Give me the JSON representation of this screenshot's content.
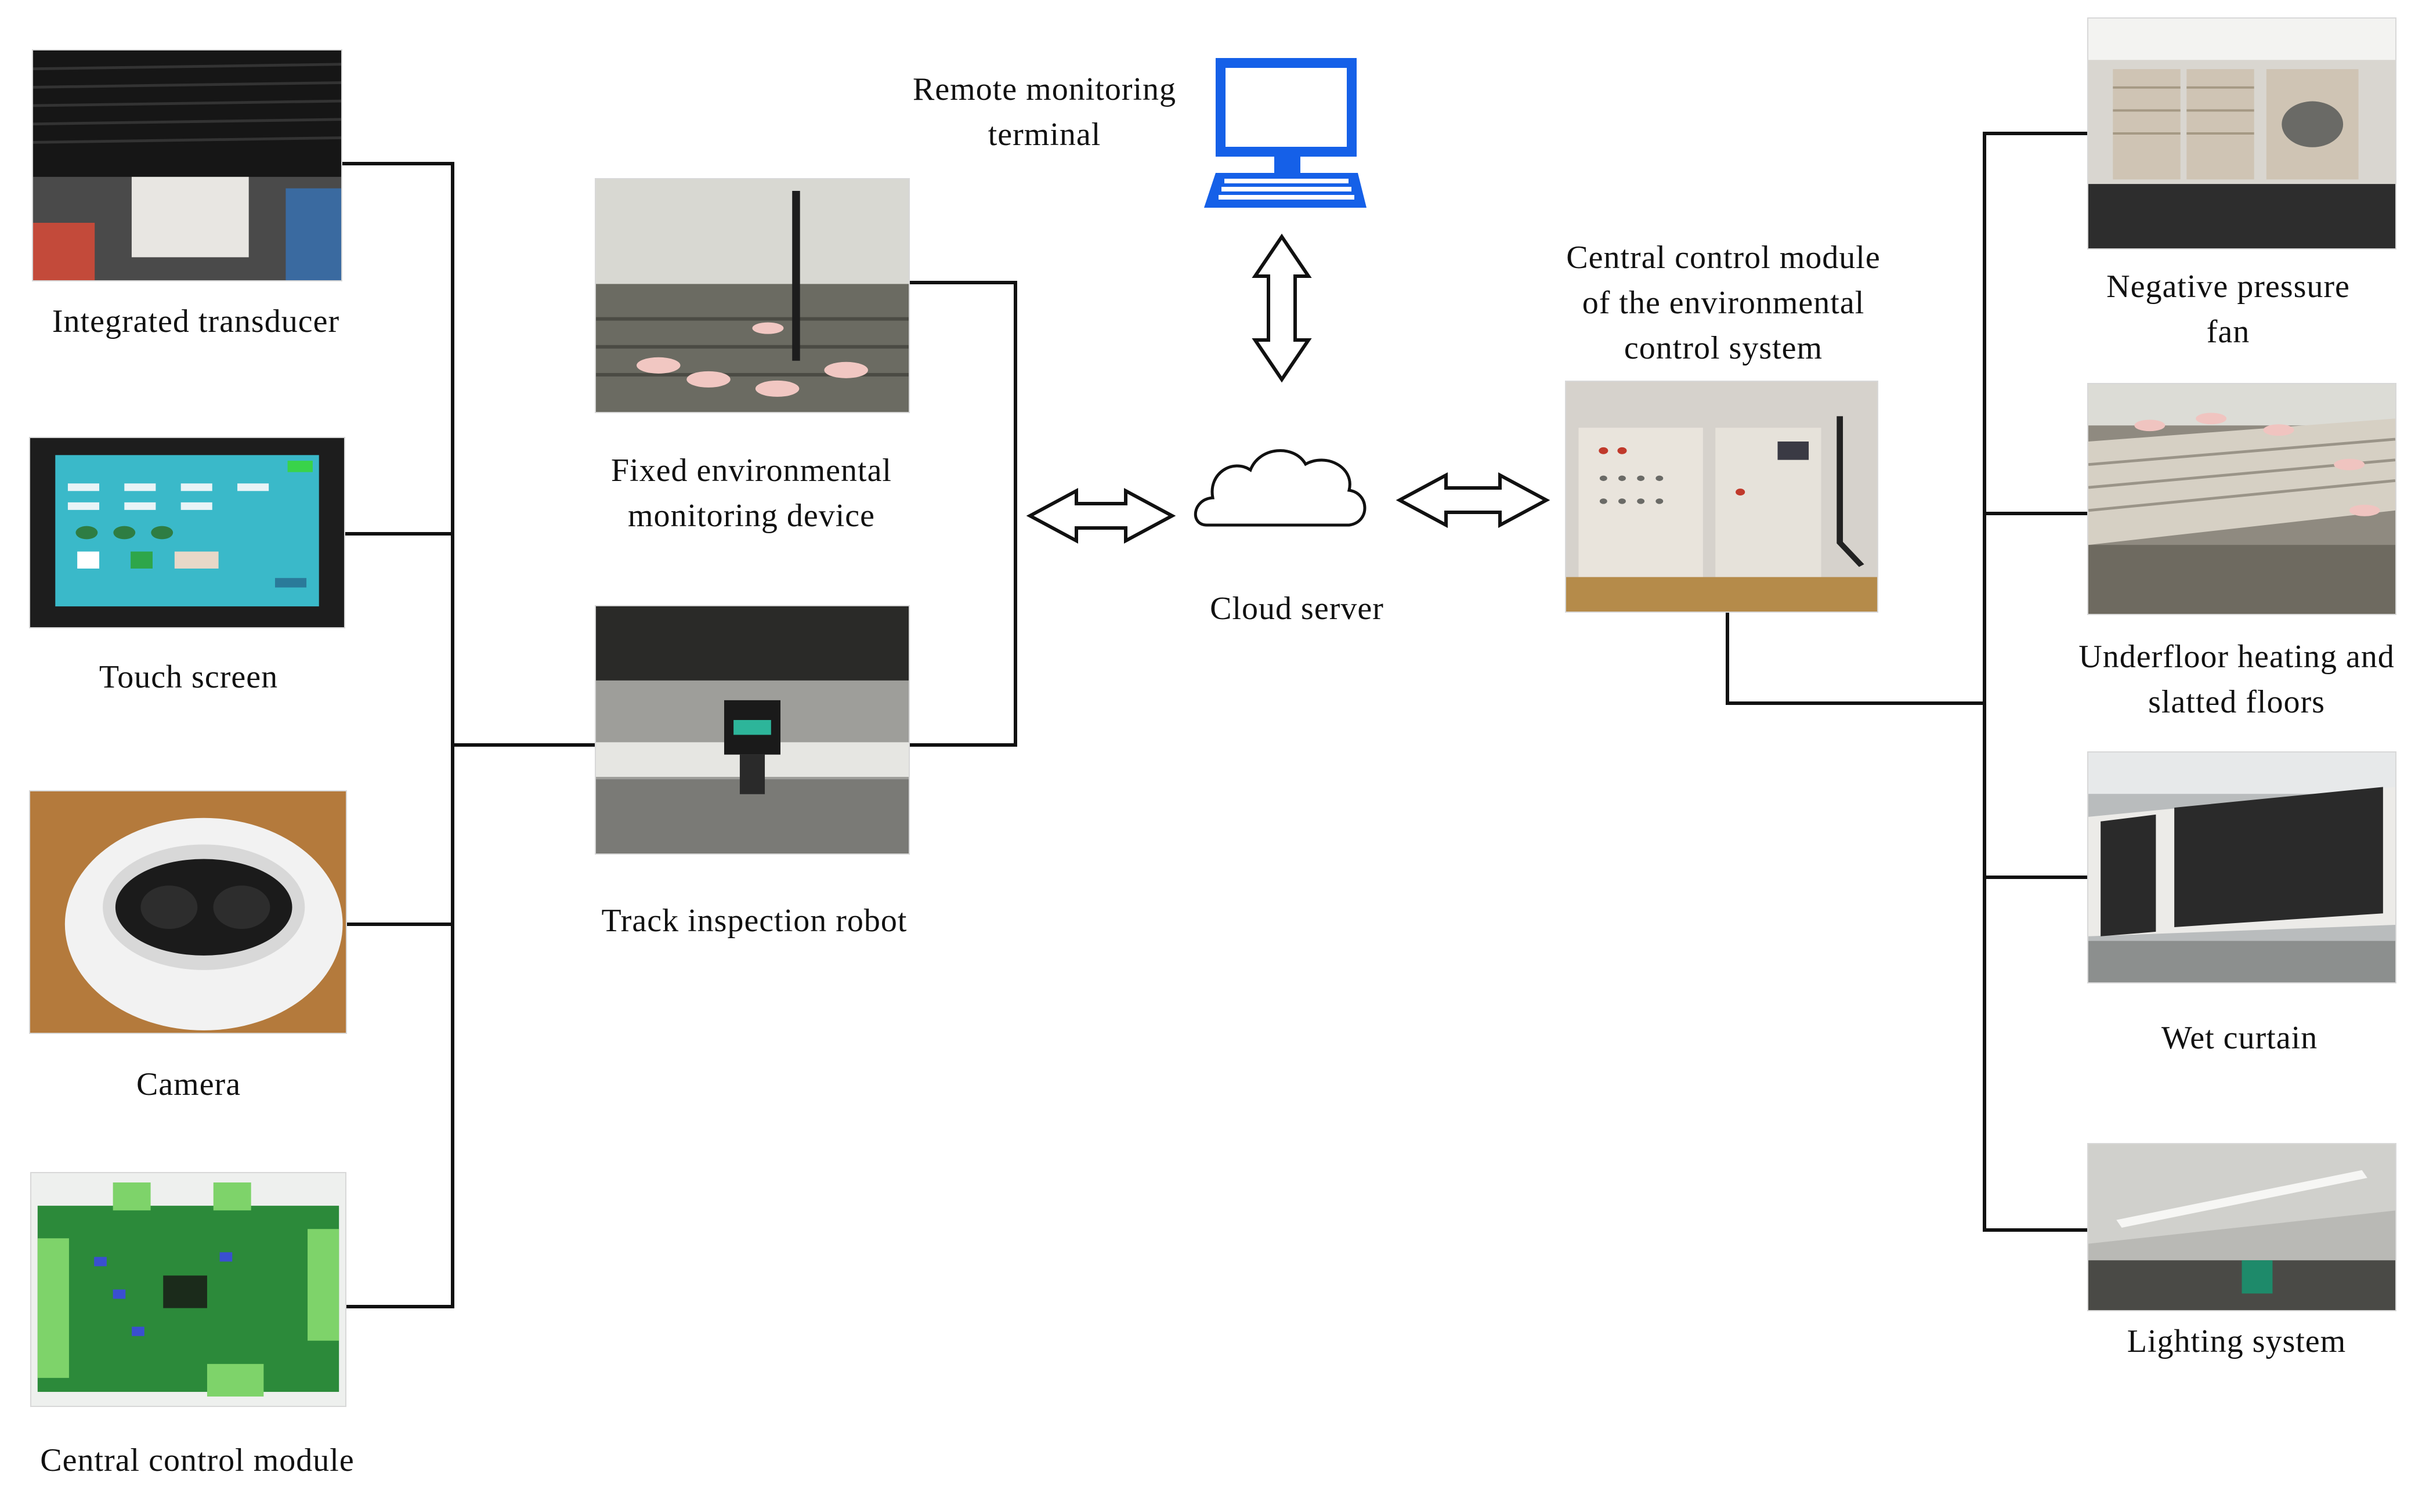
{
  "nodes": {
    "integrated_transducer": {
      "label": "Integrated transducer"
    },
    "touch_screen": {
      "label": "Touch screen"
    },
    "camera": {
      "label": "Camera"
    },
    "central_control_module": {
      "label": "Central control module"
    },
    "fixed_device": {
      "line1": "Fixed environmental",
      "line2": "monitoring device"
    },
    "track_robot": {
      "label": "Track inspection robot"
    },
    "remote_terminal": {
      "line1": "Remote monitoring",
      "line2": "terminal"
    },
    "cloud_server": {
      "label": "Cloud server"
    },
    "env_central_control": {
      "line1": "Central control module",
      "line2": "of the environmental",
      "line3": "control system"
    },
    "negative_fan": {
      "line1": "Negative pressure",
      "line2": "fan"
    },
    "underfloor": {
      "line1": "Underfloor heating and",
      "line2": "slatted floors"
    },
    "wet_curtain": {
      "label": "Wet curtain"
    },
    "lighting": {
      "label": "Lighting system"
    }
  },
  "icons": {
    "computer": "desktop-computer-icon",
    "cloud": "cloud-icon",
    "bidirectional_arrow": "double-arrow-icon"
  },
  "colors": {
    "line": "#111111",
    "computer_blue": "#1560e8",
    "text": "#111111"
  }
}
